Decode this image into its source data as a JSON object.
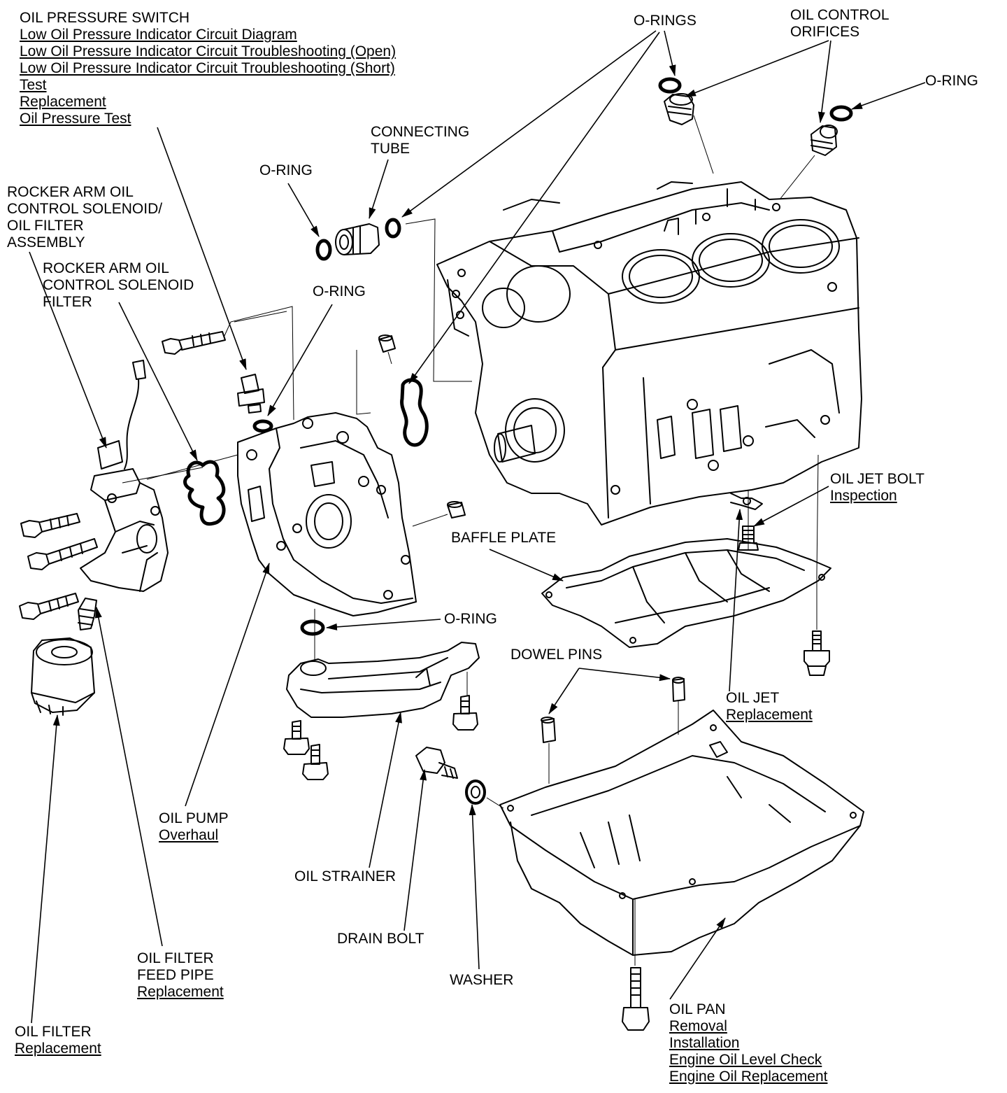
{
  "labels": {
    "oil_pressure_switch": {
      "title": "OIL PRESSURE SWITCH",
      "links": [
        "Low Oil Pressure Indicator Circuit Diagram",
        "Low Oil Pressure Indicator Circuit Troubleshooting (Open)",
        "Low Oil Pressure Indicator Circuit Troubleshooting (Short)",
        "Test",
        "Replacement",
        "Oil Pressure Test"
      ]
    },
    "o_rings_top": "O-RINGS",
    "oil_control_orifices": [
      "OIL CONTROL",
      "ORIFICES"
    ],
    "o_ring_right": "O-RING",
    "connecting_tube": [
      "CONNECTING",
      "TUBE"
    ],
    "o_ring_tube": "O-RING",
    "rocker_assembly": [
      "ROCKER ARM OIL",
      "CONTROL SOLENOID/",
      "OIL FILTER",
      "ASSEMBLY"
    ],
    "rocker_filter": [
      "ROCKER ARM OIL",
      "CONTROL SOLENOID",
      "FILTER"
    ],
    "o_ring_mid": "O-RING",
    "oil_jet_bolt": {
      "title": "OIL JET BOLT",
      "links": [
        "Inspection"
      ]
    },
    "baffle_plate": "BAFFLE PLATE",
    "o_ring_strainer": "O-RING",
    "dowel_pins": "DOWEL PINS",
    "oil_jet": {
      "title": "OIL JET",
      "links": [
        "Replacement"
      ]
    },
    "oil_pump": {
      "title": "OIL PUMP",
      "links": [
        "Overhaul"
      ]
    },
    "oil_strainer": "OIL STRAINER",
    "drain_bolt": "DRAIN BOLT",
    "washer": "WASHER",
    "oil_filter_feed_pipe": {
      "title": [
        "OIL FILTER",
        "FEED PIPE"
      ],
      "links": [
        "Replacement"
      ]
    },
    "oil_filter": {
      "title": "OIL FILTER",
      "links": [
        "Replacement"
      ]
    },
    "oil_pan": {
      "title": "OIL PAN",
      "links": [
        "Removal",
        "Installation",
        "Engine Oil Level Check",
        "Engine Oil Replacement"
      ]
    }
  },
  "colors": {
    "ink": "#000000",
    "paper": "#ffffff"
  }
}
